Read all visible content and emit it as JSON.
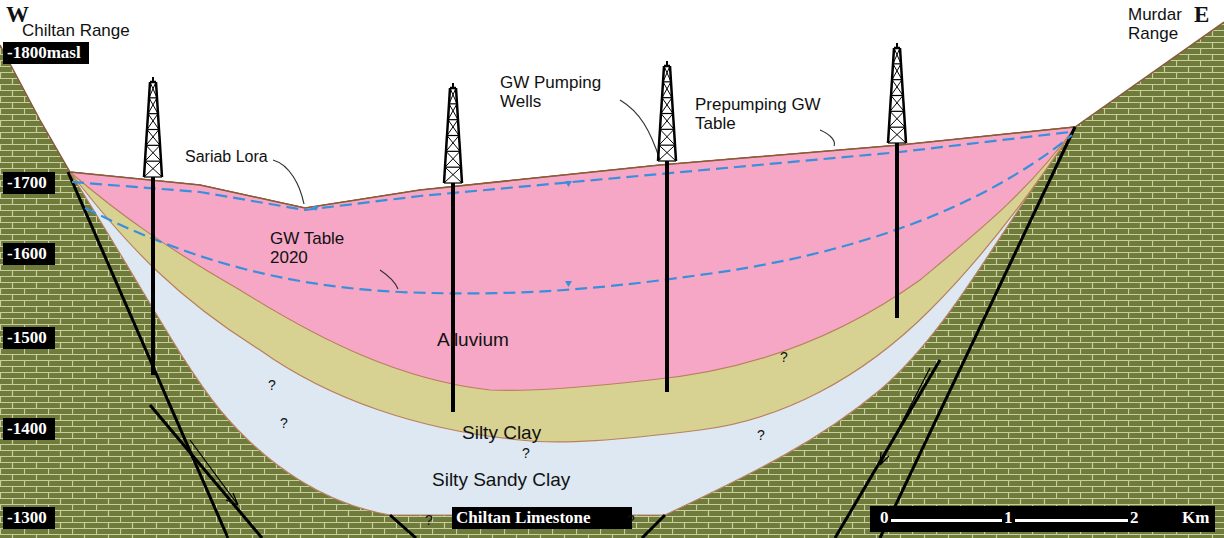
{
  "diagram": {
    "nodes": [
      {
        "text": [
          "-1800masl"
        ]
      },
      {
        "text": [
          "-1700"
        ]
      },
      {
        "text": [
          "-1600"
        ]
      },
      {
        "text": [
          "-1500"
        ]
      },
      {
        "text": [
          "-1400"
        ]
      },
      {
        "text": [
          "-1300"
        ]
      },
      {
        "text": [
          "Chiltan Limestone"
        ]
      },
      {
        "text": [
          "0",
          "1",
          "2",
          "Km"
        ]
      }
    ],
    "labels": [
      "W",
      "E",
      "Chiltan Range",
      "Murdar Range",
      "Sariab Lora",
      "GW Pumping Wells",
      "Prepumping GW Table",
      "GW Table 2020",
      "Alluvium",
      "Silty Clay",
      "Silty Sandy Clay",
      "?",
      "?",
      "?",
      "?",
      "?",
      "?",
      "?"
    ]
  }
}
